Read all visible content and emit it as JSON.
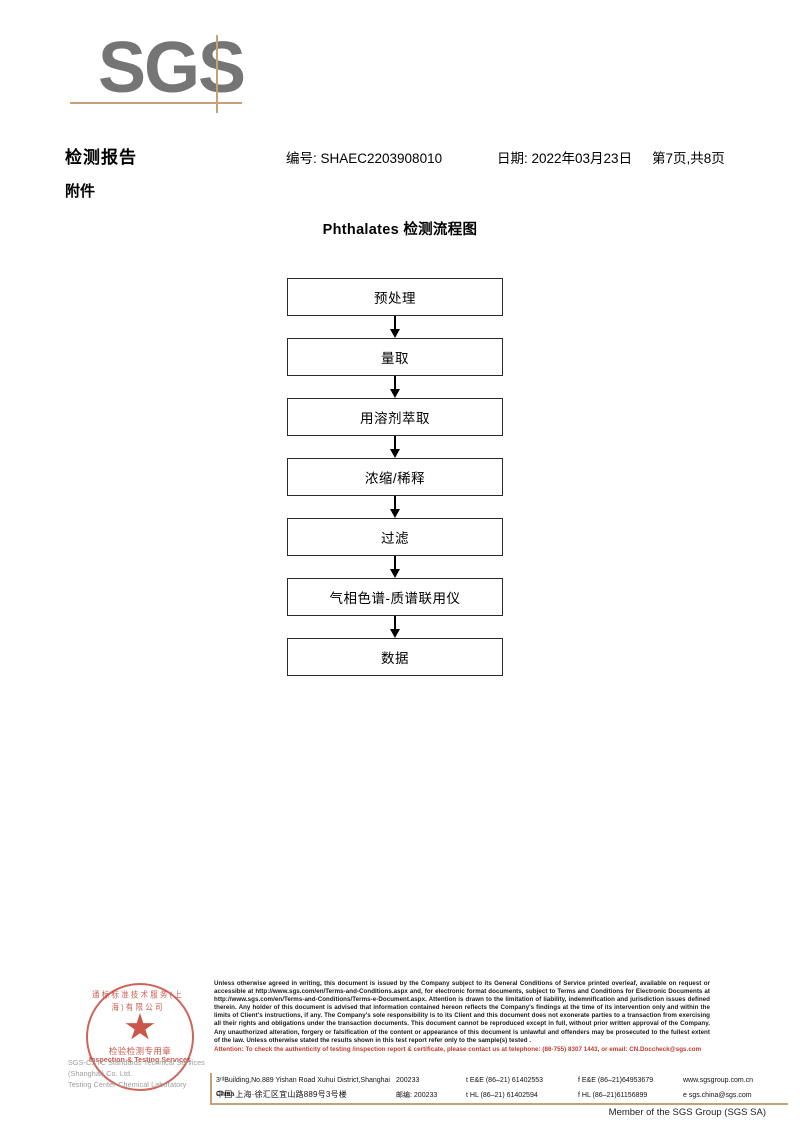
{
  "logo": {
    "text": "SGS"
  },
  "header": {
    "title": "检测报告",
    "attachment_label": "附件",
    "report_no": "编号: SHAEC2203908010",
    "date": "日期: 2022年03月23日",
    "page": "第7页,共8页"
  },
  "chart_data": {
    "type": "diagram",
    "title": "Phthalates 检测流程图",
    "nodes": [
      {
        "id": 1,
        "label": "预处理"
      },
      {
        "id": 2,
        "label": "量取"
      },
      {
        "id": 3,
        "label": "用溶剂萃取"
      },
      {
        "id": 4,
        "label": "浓缩/稀释"
      },
      {
        "id": 5,
        "label": "过滤"
      },
      {
        "id": 6,
        "label": "气相色谱-质谱联用仪"
      },
      {
        "id": 7,
        "label": "数据"
      }
    ],
    "edges": [
      {
        "from": 1,
        "to": 2
      },
      {
        "from": 2,
        "to": 3
      },
      {
        "from": 3,
        "to": 4
      },
      {
        "from": 4,
        "to": 5
      },
      {
        "from": 5,
        "to": 6
      },
      {
        "from": 6,
        "to": 7
      }
    ],
    "orientation": "vertical",
    "edge_style": "arrow"
  },
  "footer": {
    "stamp": {
      "arc_text": "通标标准技术服务(上海)有限公司",
      "cn_text": "检验检测专用章",
      "en_text": "Inspection & Testing Services"
    },
    "faded_text_line1": "SGS-CSTC Standards Technical Services (Shanghai) Co. Ltd.",
    "faded_text_line2": "Testing Center-Chemical Laboratory",
    "disclaimer": "Unless otherwise agreed in writing, this document is issued by the Company subject to its General Conditions of Service printed overleaf, available on request or accessible at http://www.sgs.com/en/Terms-and-Conditions.aspx and, for electronic format documents, subject to Terms and Conditions for Electronic Documents at http://www.sgs.com/en/Terms-and-Conditions/Terms-e-Document.aspx. Attention is drawn to the limitation of liability, indemnification and jurisdiction issues defined therein. Any holder of this document is advised that information contained hereon reflects the Company's findings at the time of its intervention only and within the limits of Client's instructions, if any. The Company's sole responsibility is to its Client and this document does not exonerate parties to a transaction from exercising all their rights and obligations under the transaction documents. This document cannot be reproduced except in full, without prior written approval of the Company. Any unauthorized alteration, forgery or falsification of the content or appearance of this document is unlawful and offenders may be prosecuted to the fullest extent of the law. Unless otherwise stated the results shown in this test report refer only to the sample(s) tested .",
    "attention": "Attention: To check the authenticity of testing /inspection report & certificate, please contact us at telephone: (86-755) 8307 1443, or email: CN.Doccheck@sgs.com",
    "address": {
      "en_street": "3ʳᵈBuilding,No.889 Yishan Road Xuhui District,Shanghai China",
      "en_zip": "200233",
      "en_tel": "t E&E (86–21) 61402553",
      "en_fax": "f E&E (86–21)64953679",
      "en_web": "www.sgsgroup.com.cn",
      "cn_street": "中国·上海·徐汇区宜山路889号3号楼",
      "cn_zip_label": "邮编:",
      "cn_zip": "200233",
      "cn_tel": "t HL (86–21) 61402594",
      "cn_fax": "f HL (86–21)61156899",
      "cn_email": "e  sgs.china@sgs.com"
    },
    "member_line": "Member of the SGS Group (SGS SA)"
  },
  "colors": {
    "logo_gray": "#757575",
    "accent_tan": "#c6a078",
    "stamp_red": "#c0392b"
  }
}
